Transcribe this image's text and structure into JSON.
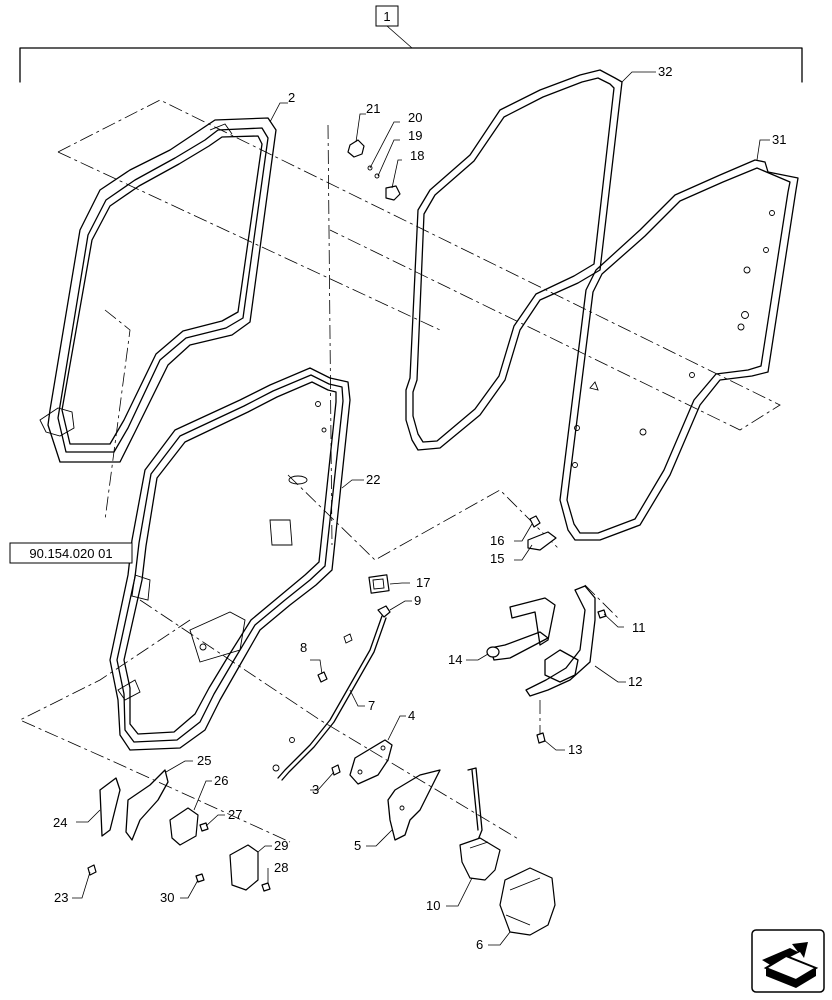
{
  "assembly": {
    "number": "1"
  },
  "reference": {
    "code": "90.154.020 01"
  },
  "callouts": [
    {
      "id": "lbl-2",
      "text": "2"
    },
    {
      "id": "lbl-32",
      "text": "32"
    },
    {
      "id": "lbl-31",
      "text": "31"
    },
    {
      "id": "lbl-21",
      "text": "21"
    },
    {
      "id": "lbl-20",
      "text": "20"
    },
    {
      "id": "lbl-19",
      "text": "19"
    },
    {
      "id": "lbl-18",
      "text": "18"
    },
    {
      "id": "lbl-22",
      "text": "22"
    },
    {
      "id": "lbl-16",
      "text": "16"
    },
    {
      "id": "lbl-15",
      "text": "15"
    },
    {
      "id": "lbl-17",
      "text": "17"
    },
    {
      "id": "lbl-9",
      "text": "9"
    },
    {
      "id": "lbl-11",
      "text": "11"
    },
    {
      "id": "lbl-14",
      "text": "14"
    },
    {
      "id": "lbl-12",
      "text": "12"
    },
    {
      "id": "lbl-8",
      "text": "8"
    },
    {
      "id": "lbl-7",
      "text": "7"
    },
    {
      "id": "lbl-4",
      "text": "4"
    },
    {
      "id": "lbl-13",
      "text": "13"
    },
    {
      "id": "lbl-3",
      "text": "3"
    },
    {
      "id": "lbl-25",
      "text": "25"
    },
    {
      "id": "lbl-26",
      "text": "26"
    },
    {
      "id": "lbl-24",
      "text": "24"
    },
    {
      "id": "lbl-27",
      "text": "27"
    },
    {
      "id": "lbl-5",
      "text": "5"
    },
    {
      "id": "lbl-29",
      "text": "29"
    },
    {
      "id": "lbl-28",
      "text": "28"
    },
    {
      "id": "lbl-23",
      "text": "23"
    },
    {
      "id": "lbl-30",
      "text": "30"
    },
    {
      "id": "lbl-10",
      "text": "10"
    },
    {
      "id": "lbl-6",
      "text": "6"
    }
  ],
  "nav_icon": "next-page-arrow-icon"
}
